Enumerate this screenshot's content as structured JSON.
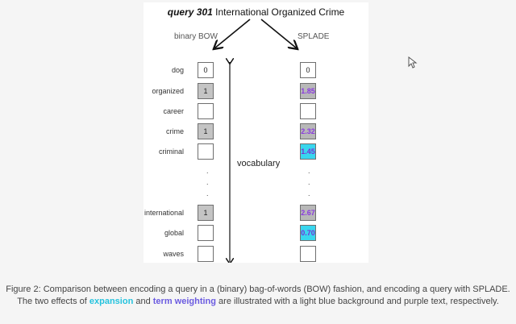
{
  "figure": {
    "query_id": "query 301",
    "query_text": "International Organized Crime",
    "bow_label": "binary BOW",
    "splade_label": "SPLADE",
    "vocab_label": "vocabulary",
    "rows": [
      {
        "word": "dog",
        "bow": "0",
        "splade": "0",
        "splade_style": "plain"
      },
      {
        "word": "organized",
        "bow": "1",
        "splade": "1.85",
        "splade_style": "weighted"
      },
      {
        "word": "career",
        "bow": "",
        "splade": "",
        "splade_style": "plain"
      },
      {
        "word": "crime",
        "bow": "1",
        "splade": "2.32",
        "splade_style": "weighted"
      },
      {
        "word": "criminal",
        "bow": "",
        "splade": "1.45",
        "splade_style": "expanded"
      },
      {
        "word": "international",
        "bow": "1",
        "splade": "2.67",
        "splade_style": "weighted"
      },
      {
        "word": "global",
        "bow": "",
        "splade": "0.70",
        "splade_style": "expanded"
      },
      {
        "word": "waves",
        "bow": "",
        "splade": "",
        "splade_style": "plain"
      }
    ],
    "ellipsis": "."
  },
  "caption": {
    "line1": "Figure 2: Comparison between encoding a query in a (binary) bag-of-words (BOW) fashion, and encoding a query with SPLADE.",
    "line2_a": "The two effects of ",
    "kw_expansion": "expansion",
    "line2_b": " and ",
    "kw_term_weighting": "term weighting",
    "line2_c": " are illustrated with a light blue background and purple text, respectively."
  },
  "colors": {
    "expansion_bg": "#39d6ee",
    "weighting_text": "#8a39e0",
    "active_cell": "#c4c4c4"
  },
  "icons": {
    "cursor": "mouse-pointer-icon"
  }
}
